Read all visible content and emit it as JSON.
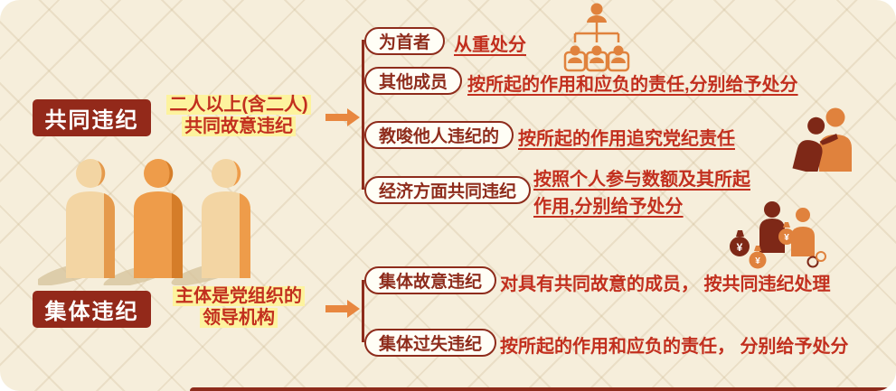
{
  "colors": {
    "background": "#f6eedb",
    "accent_dark_red": "#8e2c1c",
    "label_box_red": "#93291a",
    "text_red": "#c22f1e",
    "highlight_yellow": "#fdf39e",
    "orange": "#e8873f"
  },
  "sections": [
    {
      "label": "共同违纪",
      "note_lines": [
        "二人以上(含二人)",
        "共同故意违纪"
      ],
      "branches": [
        {
          "pill": "为首者",
          "desc": "从重处分"
        },
        {
          "pill": "其他成员",
          "desc": "按所起的作用和应负的责任,分别给予处分"
        },
        {
          "pill": "教唆他人违纪的",
          "desc": "按所起的作用追究党纪责任"
        },
        {
          "pill": "经济方面共同违纪",
          "desc_lines": [
            "按照个人参与数额及其所起",
            "作用,分别给予处分"
          ]
        }
      ]
    },
    {
      "label": "集体违纪",
      "note_lines": [
        "主体是党组织的",
        "领导机构"
      ],
      "branches": [
        {
          "pill": "集体故意违纪",
          "desc": "对具有共同故意的成员， 按共同违纪处理"
        },
        {
          "pill": "集体过失违纪",
          "desc": "按所起的作用和应负的责任， 分别给予处分"
        }
      ]
    }
  ],
  "icons": {
    "org_chart": "org-chart-icon",
    "whisper_people": "whisper-people-icon",
    "money_bags": "money-bags-icon",
    "three_figures": "three-people-icon"
  }
}
